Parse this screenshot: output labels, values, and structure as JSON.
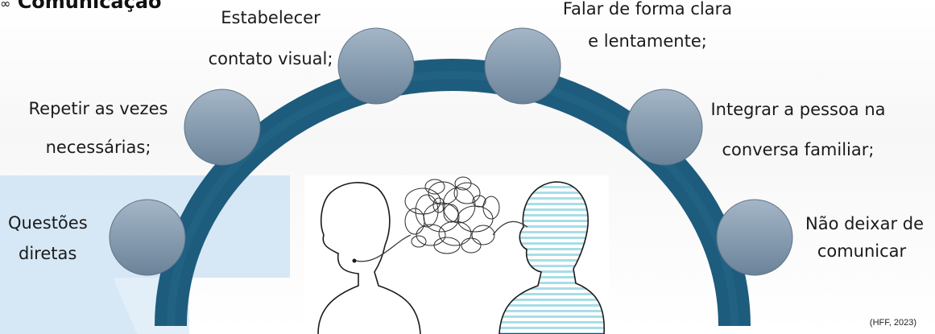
{
  "title": "Comunicação",
  "citation": "(HFF, 2023)",
  "items": [
    {
      "lines": [
        "Questões",
        "diretas"
      ]
    },
    {
      "lines": [
        "Repetir as vezes",
        "necessárias;"
      ]
    },
    {
      "lines": [
        "Estabelecer",
        "contato visual;"
      ]
    },
    {
      "lines": [
        "Falar de forma clara",
        "e lentamente;"
      ]
    },
    {
      "lines": [
        "Integrar a pessoa na",
        "conversa familiar;"
      ]
    },
    {
      "lines": [
        "Não deixar de",
        "comunicar"
      ]
    }
  ],
  "colors": {
    "arc": "#1f5f80",
    "circle_top": "#9fb2c4",
    "circle_bottom": "#6e859c",
    "panel": "#cfe3f3"
  },
  "illustration": "two-heads-tangled-thoughts"
}
